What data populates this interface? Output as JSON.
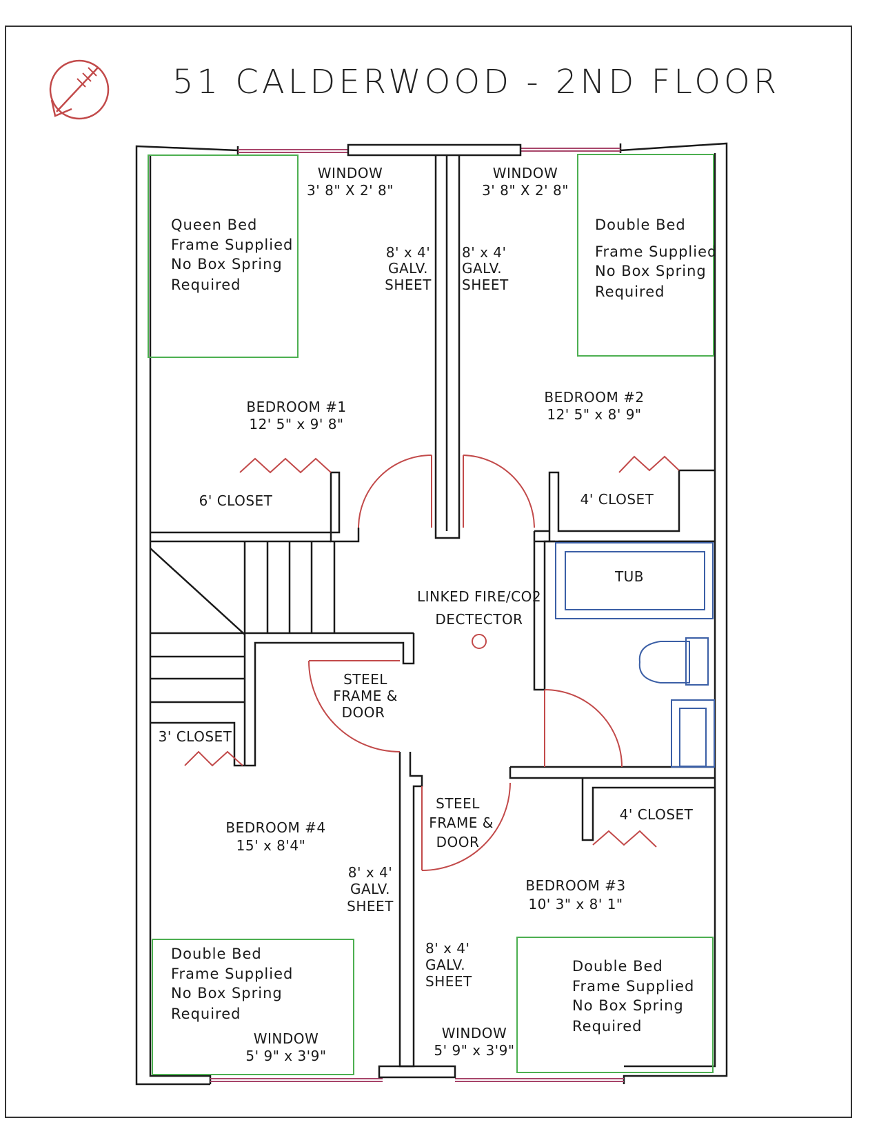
{
  "title": "51 CALDERWOOD - 2ND FLOOR",
  "colors": {
    "wall": "#1a1a1a",
    "window": "#a8456a",
    "door": "#c24a4a",
    "bed": "#4caf50",
    "fixture": "#3b5fa6"
  },
  "compass_icon": "north-arrow-icon",
  "windows": {
    "top_left": [
      "WINDOW",
      "3' 8\" X 2' 8\""
    ],
    "top_right": [
      "WINDOW",
      "3' 8\" X 2' 8\""
    ],
    "bottom_left": [
      "WINDOW",
      "5' 9\" x 3'9\""
    ],
    "bottom_right": [
      "WINDOW",
      "5' 9\" x 3'9\""
    ]
  },
  "beds": {
    "bed1": [
      "Queen Bed",
      "Frame Supplied",
      "No Box Spring",
      "Required"
    ],
    "bed2": [
      "Double Bed",
      "Frame Supplied",
      "No Box Spring",
      "Required"
    ],
    "bed3": [
      "Double Bed",
      "Frame Supplied",
      "No Box Spring",
      "Required"
    ],
    "bed4": [
      "Double Bed",
      "Frame Supplied",
      "No Box Spring",
      "Required"
    ]
  },
  "rooms": {
    "bedroom1": [
      "BEDROOM #1",
      "12' 5\" x 9' 8\""
    ],
    "bedroom2": [
      "BEDROOM #2",
      "12' 5\" x 8' 9\""
    ],
    "bedroom3": [
      "BEDROOM #3",
      "10' 3\" x 8' 1\""
    ],
    "bedroom4": [
      "BEDROOM #4",
      "15' x 8'4\""
    ]
  },
  "sheets": {
    "upper_left": [
      "8' x 4'",
      "GALV.",
      "SHEET"
    ],
    "upper_right": [
      "8' x 4'",
      "GALV.",
      "SHEET"
    ],
    "lower_left": [
      "8' x 4'",
      "GALV.",
      "SHEET"
    ],
    "lower_right": [
      "8' x 4'",
      "GALV.",
      "SHEET"
    ]
  },
  "closets": {
    "closet_b1": "6' CLOSET",
    "closet_b2": "4' CLOSET",
    "closet_b3": "4' CLOSET",
    "closet_b4": "3' CLOSET"
  },
  "detector": [
    "LINKED FIRE/CO2",
    "DECTECTOR"
  ],
  "steel_doors": {
    "upper": [
      "STEEL",
      "FRAME &",
      "DOOR"
    ],
    "lower": [
      "STEEL",
      "FRAME &",
      "DOOR"
    ]
  },
  "tub": "TUB"
}
